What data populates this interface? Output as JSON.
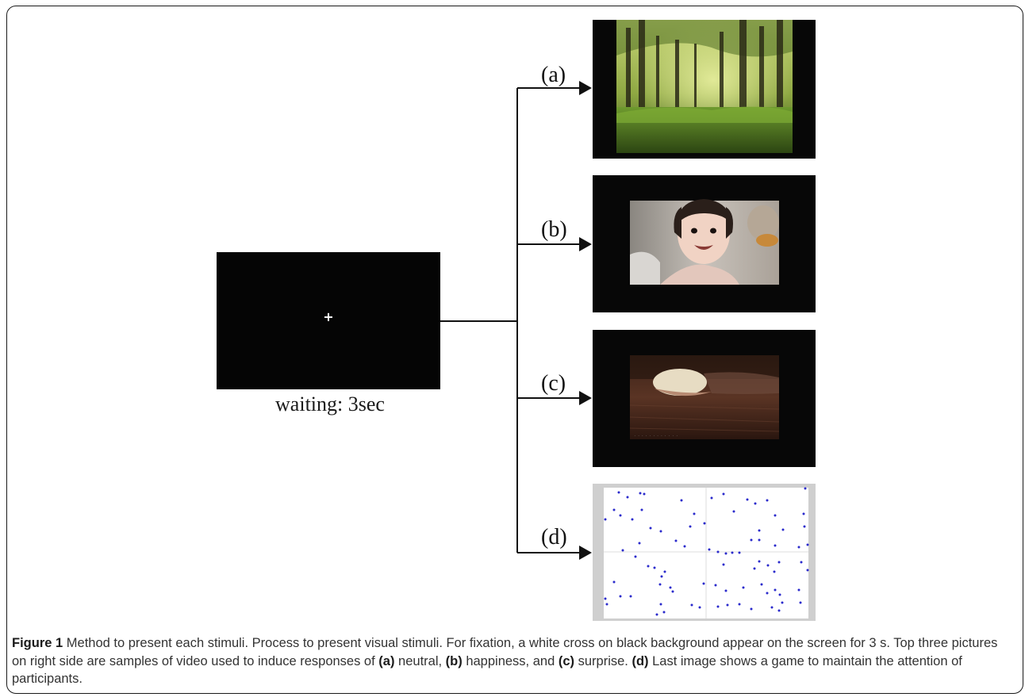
{
  "fixation": {
    "cross": "+",
    "label": "waiting: 3sec"
  },
  "branches": [
    {
      "letter": "(a)"
    },
    {
      "letter": "(b)"
    },
    {
      "letter": "(c)"
    },
    {
      "letter": "(d)"
    }
  ],
  "caption": {
    "fig_label": "Figure 1",
    "text_1": " Method to present each stimuli. Process to present visual stimuli. For fixation, a white cross on black background appear on the screen for 3 s. Top three pictures on right side are samples of video used to induce responses of ",
    "mark_a": "(a)",
    "text_2": " neutral, ",
    "mark_b": "(b)",
    "text_3": " happiness, and ",
    "mark_c": "(c)",
    "text_4": " surprise. ",
    "mark_d": "(d)",
    "text_5": " Last image shows a game to maintain the attention of participants."
  }
}
